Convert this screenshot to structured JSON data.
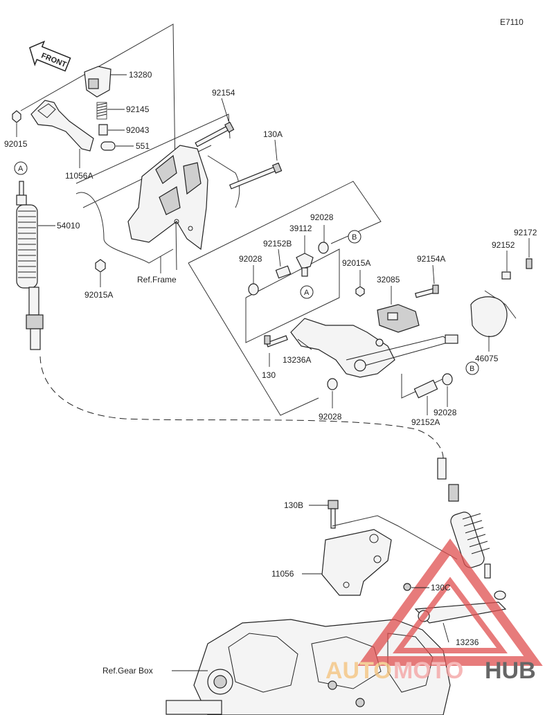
{
  "diagram_code": "E7110",
  "front_label": "FRONT",
  "references": {
    "frame": "Ref.Frame",
    "gear_box": "Ref.Gear Box"
  },
  "callout_markers": [
    "A",
    "B"
  ],
  "watermark": {
    "text_auto": "AUTO",
    "text_moto": "MOTO",
    "text_hub": "HUB",
    "colors": {
      "auto": "#f4c27a",
      "moto": "#f4a0a0",
      "hub": "#333333",
      "triangle": "#e05050"
    }
  },
  "parts": [
    {
      "number": "13280"
    },
    {
      "number": "92145"
    },
    {
      "number": "92043"
    },
    {
      "number": "551"
    },
    {
      "number": "92015"
    },
    {
      "number": "11056A"
    },
    {
      "number": "92154"
    },
    {
      "number": "130A"
    },
    {
      "number": "54010"
    },
    {
      "number": "92015A"
    },
    {
      "number": "92028"
    },
    {
      "number": "39112"
    },
    {
      "number": "92152B"
    },
    {
      "number": "92028"
    },
    {
      "number": "92015A"
    },
    {
      "number": "32085"
    },
    {
      "number": "92154A"
    },
    {
      "number": "92152"
    },
    {
      "number": "92172"
    },
    {
      "number": "130"
    },
    {
      "number": "13236A"
    },
    {
      "number": "46075"
    },
    {
      "number": "92028"
    },
    {
      "number": "92028"
    },
    {
      "number": "92152A"
    },
    {
      "number": "130B"
    },
    {
      "number": "11056"
    },
    {
      "number": "130C"
    },
    {
      "number": "13236"
    }
  ]
}
